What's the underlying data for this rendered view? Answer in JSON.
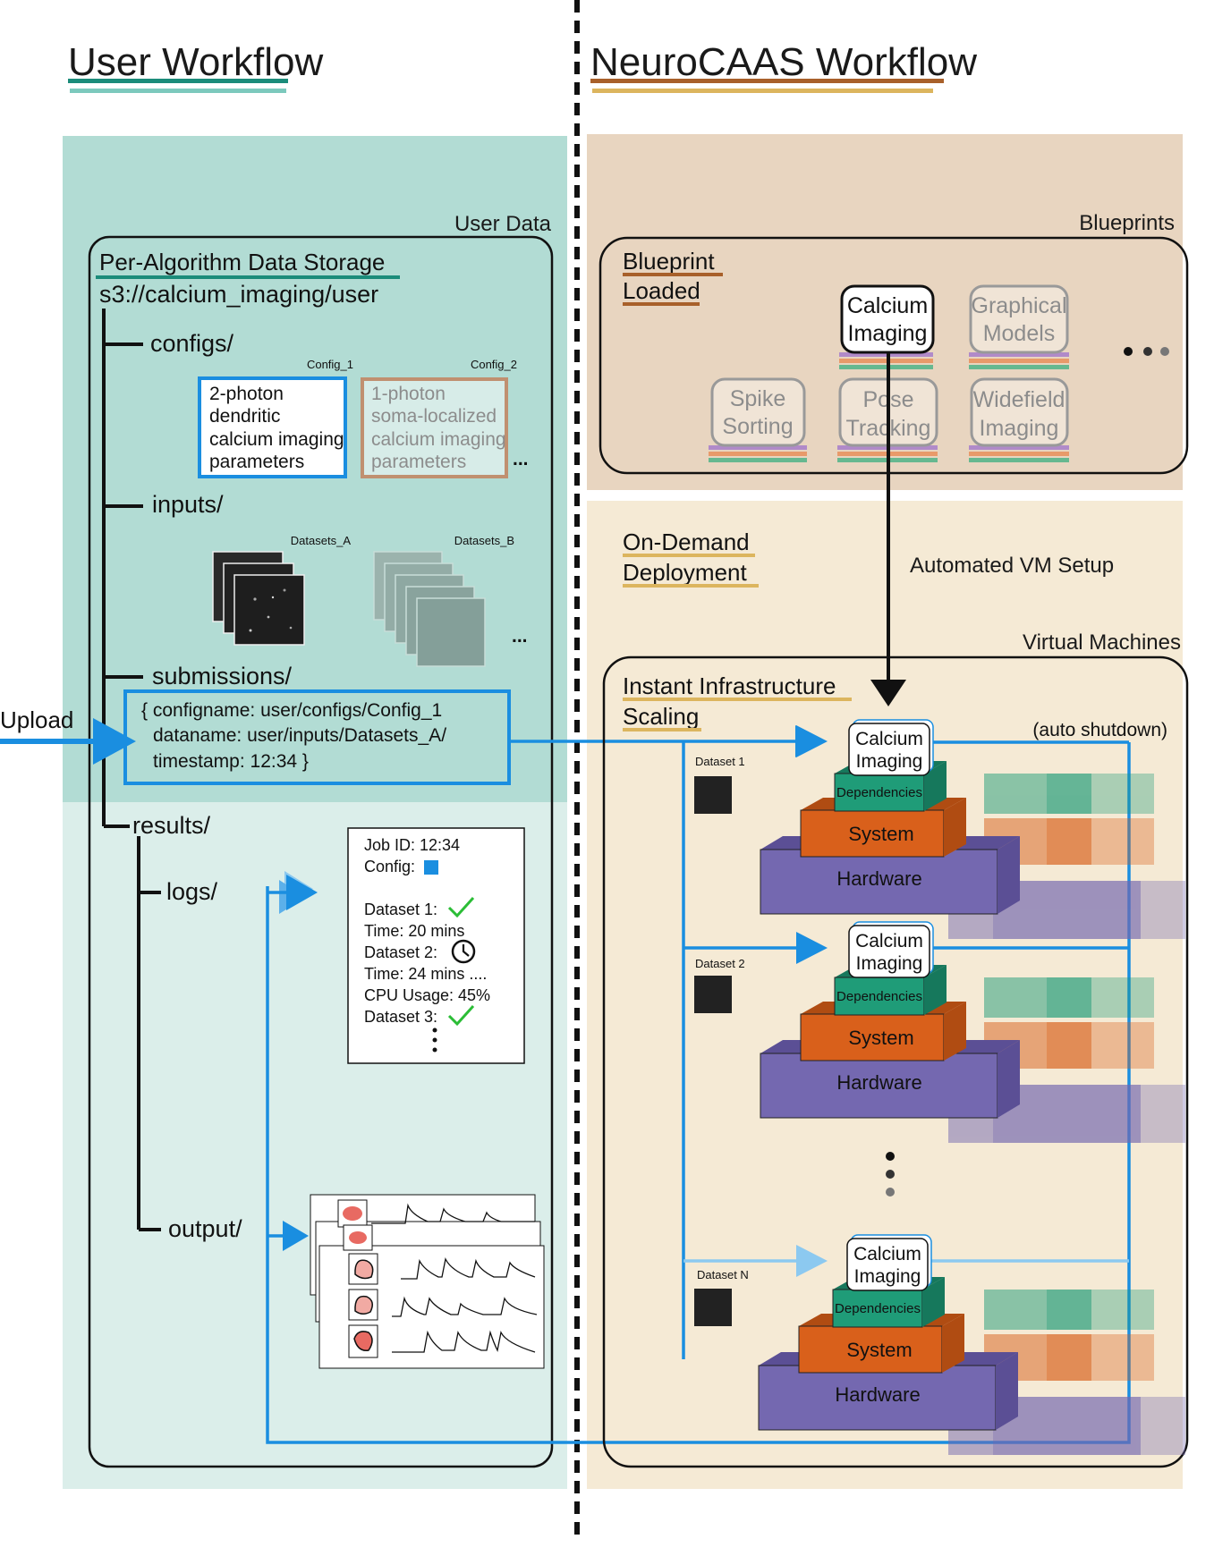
{
  "titles": {
    "user_workflow": "User Workflow",
    "neurocaas_workflow": "NeuroCAAS Workflow"
  },
  "section_labels": {
    "user_data": "User Data",
    "blueprints": "Blueprints",
    "virtual_machines": "Virtual Machines"
  },
  "storage": {
    "title": "Per-Algorithm Data Storage",
    "path": "s3://calcium_imaging/user",
    "dirs": {
      "configs": "configs/",
      "inputs": "inputs/",
      "submissions": "submissions/",
      "results": "results/",
      "logs": "logs/",
      "output": "output/"
    },
    "config_1": {
      "label": "Config_1",
      "lines": [
        "2-photon",
        "dendritic",
        "calcium imaging",
        "parameters"
      ]
    },
    "config_2": {
      "label": "Config_2",
      "lines": [
        "1-photon",
        "soma-localized",
        "calcium imaging",
        "parameters"
      ]
    },
    "datasets_a_label": "Datasets_A",
    "datasets_b_label": "Datasets_B",
    "ellipsis": "..."
  },
  "submission": {
    "upload_label": "Upload",
    "lines": [
      "{ configname: user/configs/Config_1",
      "dataname: user/inputs/Datasets_A/",
      "timestamp: 12:34 }"
    ]
  },
  "log_card": {
    "lines": [
      "Job ID: 12:34",
      "Config:",
      "Dataset 1:",
      "Time: 20 mins",
      "Dataset 2:",
      "Time: 24 mins ....",
      "CPU Usage: 45%",
      "Dataset 3:"
    ]
  },
  "blueprint_panel": {
    "title_lines": [
      "Blueprint",
      "Loaded"
    ],
    "calcium_imaging": [
      "Calcium",
      "Imaging"
    ],
    "graphical_models": [
      "Graphical",
      "Models"
    ],
    "spike_sorting": [
      "Spike",
      "Sorting"
    ],
    "pose_tracking": [
      "Pose",
      "Tracking"
    ],
    "widefield_imaging": [
      "Widefield",
      "Imaging"
    ]
  },
  "deployment": {
    "title_lines": [
      "On-Demand",
      "Deployment"
    ],
    "vm_setup_label": "Automated VM Setup"
  },
  "scaling": {
    "title_lines": [
      "Instant Infrastructure",
      "Scaling"
    ],
    "auto_shutdown": "(auto shutdown)",
    "dataset_labels": [
      "Dataset 1",
      "Dataset 2",
      "Dataset N"
    ],
    "stack": {
      "app_lines": [
        "Calcium",
        "Imaging"
      ],
      "dependencies": "Dependencies",
      "system": "System",
      "hardware": "Hardware"
    }
  },
  "colors": {
    "user_bg": "#b2dcd4",
    "user_bg_light": "#dbeeea",
    "blueprint_bg": "#e8d5c0",
    "neuro_bg": "#f5ead5",
    "teal_underline": "#1b8c7a",
    "gold_underline": "#dcb55e",
    "brown_underline": "#a8602a",
    "blue_arrow": "#1a8ee0",
    "config_blue": "#1a8ee0",
    "config_tan": "#c09070",
    "hardware": "#7468b0",
    "system": "#d9601b",
    "dependencies": "#1f9c78",
    "green_check": "#2bbd36"
  }
}
